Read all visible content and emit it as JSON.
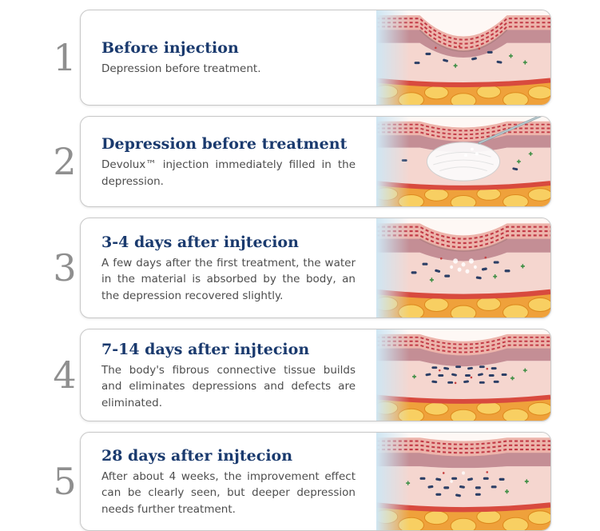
{
  "steps": [
    {
      "number": "1",
      "title": "Before injection",
      "body": "Depression before treatment."
    },
    {
      "number": "2",
      "title": "Depression before treatment",
      "body": "Devolux™ injection immediately filled in the depression."
    },
    {
      "number": "3",
      "title": "3-4 days after injtecion",
      "body": "A few days after the first treatment, the water in the material is absorbed by the body, an the depression recovered slightly."
    },
    {
      "number": "4",
      "title": "7-14 days after injtecion",
      "body": "The body's fibrous connective tissue builds and eliminates depressions and defects are eliminated."
    },
    {
      "number": "5",
      "title": "28 days after injtecion",
      "body": "After about 4 weeks, the improvement effect can be clearly seen, but deeper depression needs further treatment."
    }
  ],
  "colors": {
    "title_navy": "#1a3a6e",
    "number_gray": "#8f8f8f",
    "body_text": "#4d4d4d",
    "card_border": "#c8c8c8",
    "skin_epidermis": "#edb4ab",
    "skin_dash_red": "#c23a46",
    "skin_dermis_dark": "#c48e95",
    "skin_dermis_light": "#f5d6cf",
    "muscle_red": "#d84a3e",
    "fat_orange": "#efa13b",
    "fat_blob_yellow": "#f8cf62",
    "fiber_navy": "#2c3f66",
    "particle_green": "#3f8f45"
  }
}
